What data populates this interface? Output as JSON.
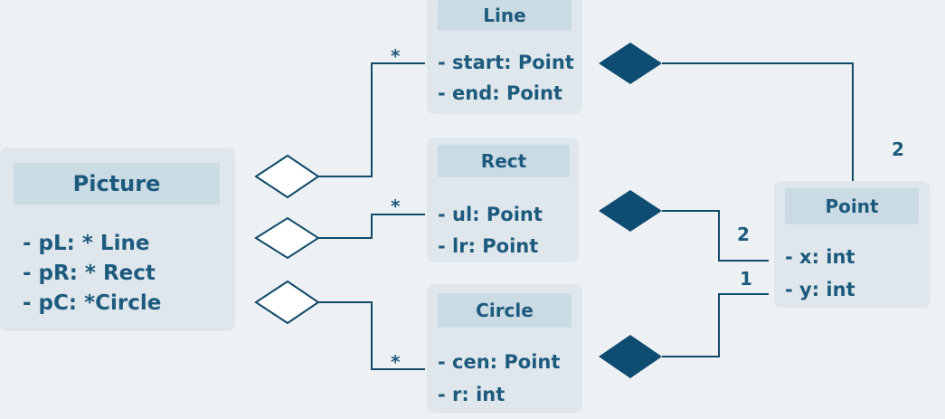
{
  "colors": {
    "background": "#edf1f3",
    "box_fill": "#dfe7ec",
    "title_fill": "#cbdbe4",
    "text": "#1c5a7e",
    "line": "#114a6b",
    "diamond_filled": "#0f4c72"
  },
  "classes": {
    "picture": {
      "name": "Picture",
      "attributes": [
        "- pL: * Line",
        "- pR: * Rect",
        "- pC: *Circle"
      ]
    },
    "line": {
      "name": "Line",
      "attributes": [
        "- start: Point",
        "- end: Point"
      ]
    },
    "rect": {
      "name": "Rect",
      "attributes": [
        "- ul: Point",
        "- lr: Point"
      ]
    },
    "circle": {
      "name": "Circle",
      "attributes": [
        "- cen: Point",
        "- r: int"
      ]
    },
    "point": {
      "name": "Point",
      "attributes": [
        "- x: int",
        "- y: int"
      ]
    }
  },
  "multiplicities": {
    "picture_line": "*",
    "picture_rect": "*",
    "picture_circle": "*",
    "line_point": "2",
    "rect_point": "2",
    "circle_point": "1"
  }
}
